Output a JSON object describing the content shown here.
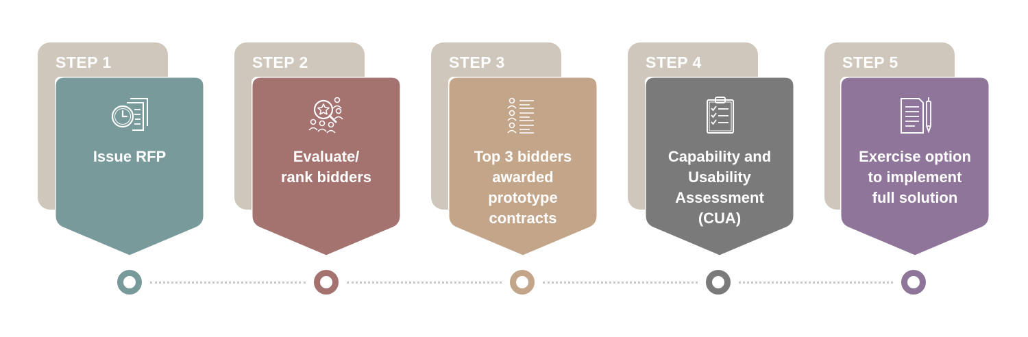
{
  "steps": [
    {
      "label": "STEP 1",
      "title": "Issue RFP",
      "icon": "clock-documents-icon",
      "color": "#799a9b"
    },
    {
      "label": "STEP 2",
      "title": "Evaluate/\nrank bidders",
      "icon": "star-magnifier-people-icon",
      "color": "#a4726f"
    },
    {
      "label": "STEP 3",
      "title": "Top 3 bidders\nawarded\nprototype\ncontracts",
      "icon": "ranked-people-list-icon",
      "color": "#c3a58a"
    },
    {
      "label": "STEP 4",
      "title": "Capability and\nUsability\nAssessment\n(CUA)",
      "icon": "clipboard-checklist-icon",
      "color": "#7a7a7a"
    },
    {
      "label": "STEP 5",
      "title": "Exercise option\nto implement\nfull solution",
      "icon": "document-pen-icon",
      "color": "#8f7599"
    }
  ],
  "tab_color": "#cfc7bb",
  "connector_color": "#c8c8c8"
}
